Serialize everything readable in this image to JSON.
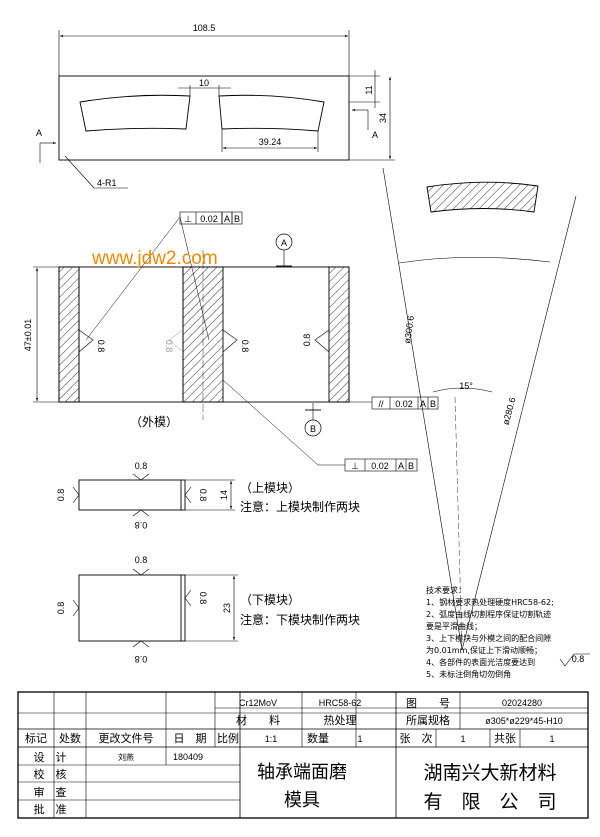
{
  "watermark": "www.jdw2.com",
  "dims": {
    "width_108": "108.5",
    "gap_10": "10",
    "depth_11": "11",
    "height_34": "34",
    "width_39": "39.24",
    "radius": "4-R1",
    "height_47": "47±0.01",
    "dia_outer": "ø300.6",
    "dia_inner": "ø280.6",
    "angle": "15°",
    "height_14": "14",
    "height_23": "23"
  },
  "section_markers": {
    "a": "A"
  },
  "datums": {
    "a": "A",
    "b": "B"
  },
  "tolerance_frames": {
    "top": {
      "symbol": "⊥",
      "value": "0.02",
      "ref1": "A",
      "ref2": "B"
    },
    "right": {
      "symbol": "//",
      "value": "0.02",
      "ref1": "A",
      "ref2": "B"
    },
    "lower": {
      "symbol": "⊥",
      "value": "0.02",
      "ref1": "A",
      "ref2": "B"
    }
  },
  "roughness": {
    "r08": "0.8"
  },
  "labels": {
    "outer_mold": "（外模）",
    "upper_block": "（上模块）",
    "upper_note": "注意：上模块制作两块",
    "lower_block": "（下模块）",
    "lower_note": "注意：下模块制作两块"
  },
  "tech_requirements": {
    "title": "技术要求：",
    "lines": [
      "1、钢材要求热处理硬度HRC58-62;",
      "2、弧度由线切割程序保证切割轨迹",
      "要是平滑曲线；",
      "3、上下模块与外模之间的配合间隙",
      "为0.01mm,保证上下滑动顺畅；",
      "4、各部件的表面光洁度要达到",
      "5、未标注倒角切勿倒角"
    ],
    "finish_symbol": "0.8"
  },
  "title_block": {
    "material_value": "Cr12MoV",
    "heat_value": "HRC58-62",
    "drawing_no_label": "图　　号",
    "drawing_no_value": "02024280",
    "material_label": "材　　料",
    "heat_label": "热处理",
    "spec_label": "所属规格",
    "spec_value": "ø305*ø229*45-H10",
    "mark": "标记",
    "count": "处数",
    "change_doc": "更改文件号",
    "date": "日　期",
    "scale_label": "比例",
    "scale_value": "1:1",
    "qty_label": "数量",
    "qty_value": "1",
    "sheet_label": "张　次",
    "sheet_value": "1",
    "total_label": "共张",
    "total_value": "1",
    "design": "设　计",
    "designer": "刘燕",
    "design_date": "180409",
    "check": "校　核",
    "review": "审　查",
    "approve": "批　准",
    "part_name_1": "轴承端面磨",
    "part_name_2": "模具",
    "company_1": "湖南兴大新材料",
    "company_2": "有　限　公　司"
  }
}
